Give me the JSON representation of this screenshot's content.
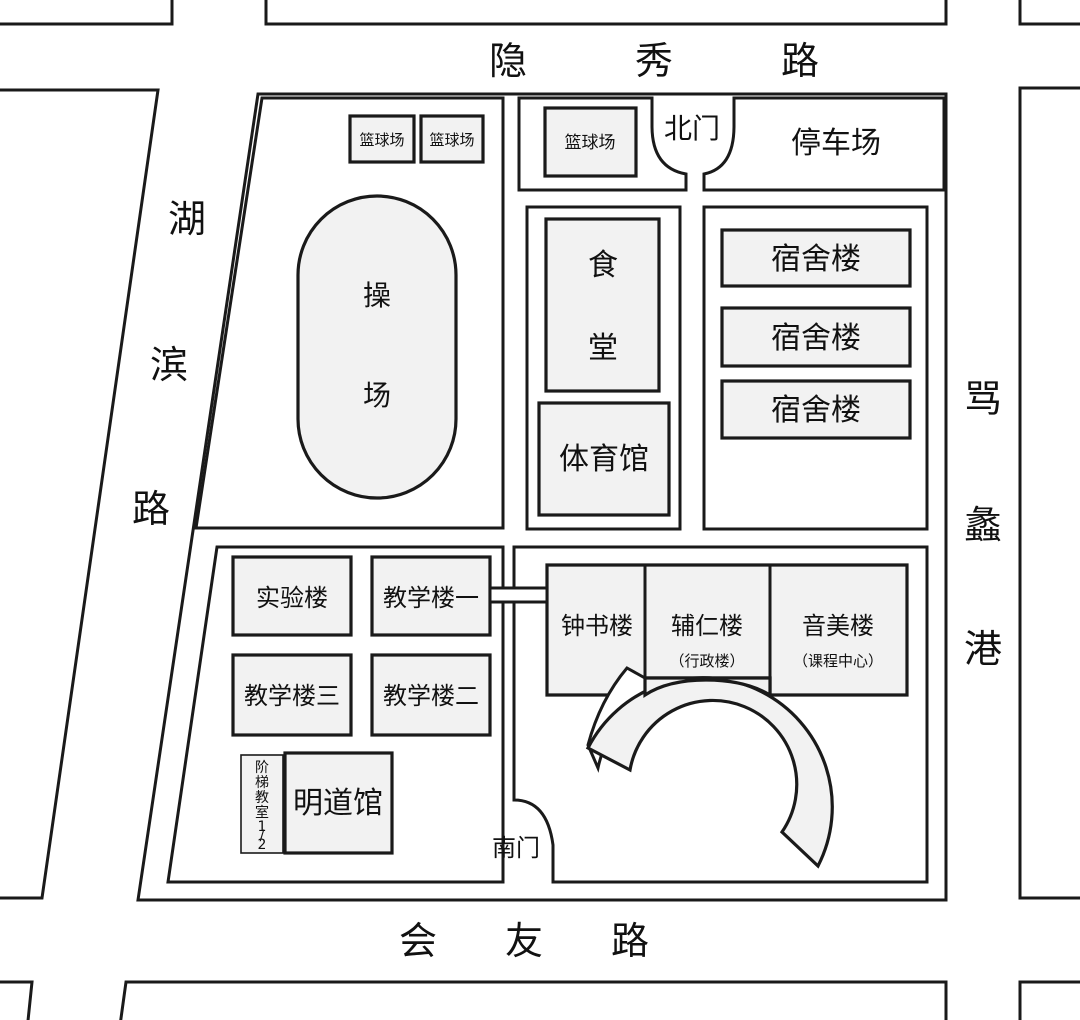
{
  "roads": {
    "north": [
      "隐",
      "秀",
      "路"
    ],
    "south": [
      "会",
      "友",
      "路"
    ],
    "west": [
      "湖",
      "滨",
      "路"
    ],
    "east": [
      "骂",
      "蠡",
      "港"
    ]
  },
  "gates": {
    "north": "北门",
    "south": "南门"
  },
  "buildings": {
    "basketball_1": "篮球场",
    "basketball_2": "篮球场",
    "basketball_3": "篮球场",
    "parking": "停车场",
    "playground": [
      "操",
      "场"
    ],
    "canteen": [
      "食",
      "堂"
    ],
    "gym": "体育馆",
    "dorm_1": "宿舍楼",
    "dorm_2": "宿舍楼",
    "dorm_3": "宿舍楼",
    "lab": "实验楼",
    "teaching_1": "教学楼一",
    "teaching_2": "教学楼二",
    "teaching_3": "教学楼三",
    "lecture_hall": [
      "阶",
      "梯",
      "教",
      "室",
      "1",
      "/",
      "2"
    ],
    "mingdao": "明道馆",
    "zhongshu": "钟书楼",
    "furen": "辅仁楼",
    "furen_sub": "（行政楼）",
    "yinmei": "音美楼",
    "yinmei_sub": "（课程中心）"
  }
}
